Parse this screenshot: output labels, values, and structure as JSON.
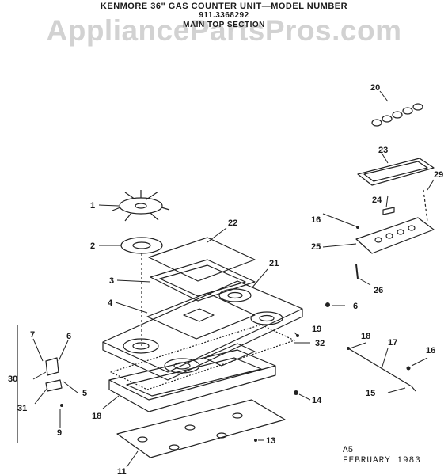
{
  "header": {
    "title": "KENMORE 36\" GAS COUNTER UNIT—MODEL NUMBER",
    "model": "911.3368292",
    "section": "MAIN TOP SECTION"
  },
  "watermark": "AppliancePartsPros.com",
  "footer": {
    "code": "A5",
    "date": "FEBRUARY 1983"
  },
  "callouts": [
    "1",
    "2",
    "3",
    "4",
    "5",
    "6",
    "6",
    "7",
    "9",
    "11",
    "13",
    "14",
    "15",
    "16",
    "16",
    "17",
    "18",
    "18",
    "19",
    "20",
    "21",
    "22",
    "23",
    "24",
    "25",
    "26",
    "29",
    "30",
    "31",
    "32"
  ]
}
